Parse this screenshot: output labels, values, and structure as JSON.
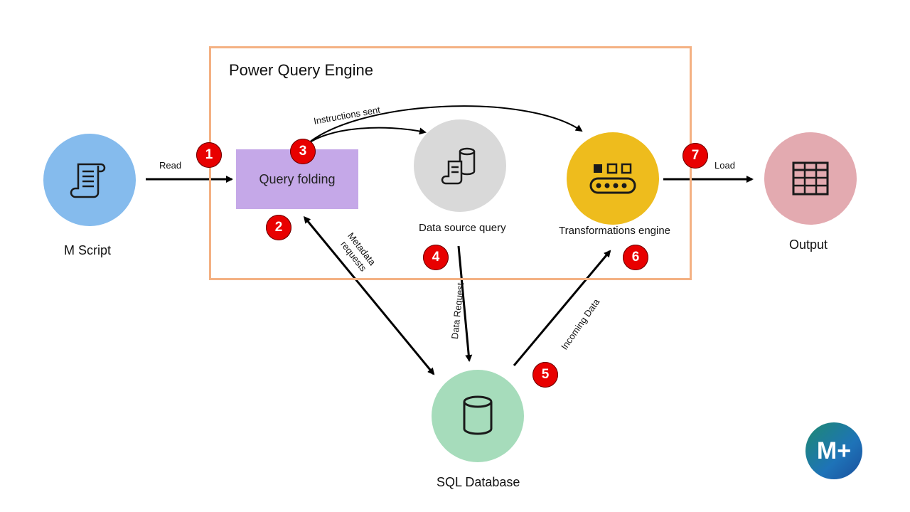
{
  "engine": {
    "title": "Power Query Engine"
  },
  "nodes": {
    "m_script": {
      "label": "M Script",
      "color": "#85bbed"
    },
    "query_folding": {
      "label": "Query folding",
      "color": "#c5a8e8"
    },
    "data_source_query": {
      "label": "Data source query",
      "color": "#d9d9d9"
    },
    "transformations_engine": {
      "label": "Transformations engine",
      "color": "#eebc1d"
    },
    "output": {
      "label": "Output",
      "color": "#e3aab0"
    },
    "sql_database": {
      "label": "SQL Database",
      "color": "#a6dcbb"
    }
  },
  "edges": {
    "read": "Read",
    "instructions_sent": "Instructions sent",
    "metadata_requests_1": "Metadata",
    "metadata_requests_2": "requests",
    "data_request": "Data Request",
    "incoming_data": "Incoming Data",
    "load": "Load"
  },
  "steps": [
    "1",
    "2",
    "3",
    "4",
    "5",
    "6",
    "7"
  ],
  "logo": {
    "text": "M+"
  }
}
